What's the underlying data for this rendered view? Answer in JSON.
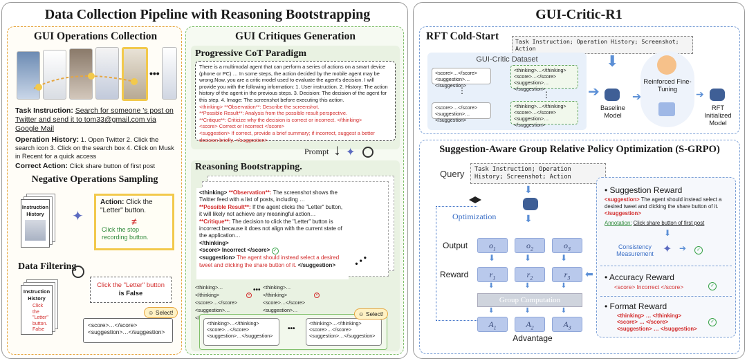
{
  "left_title": "Data Collection Pipeline with Reasoning Bootstrapping",
  "right_title": "GUI-Critic-R1",
  "gui_ops": {
    "title": "GUI Operations Collection",
    "task_label": "Task Instruction:",
    "task_text": "Search for someone 's post on Twitter and send it to tom33@gmail.com via Google Mail",
    "history_label": "Operation History:",
    "history_text": "1. Open Twitter 2. Click the search icon 3. Click on the search box 4. Click on Musk in Recent for a quick access",
    "correct_label": "Correct Action:",
    "correct_text": "Click share button of first post",
    "ellipsis": "•••"
  },
  "neg_sampling": {
    "title": "Negative Operations Sampling",
    "doc_label": "Instruction History",
    "action_label": "Action:",
    "action_text": "Click the \"Letter\" button.",
    "neq": "≠",
    "alt_text": "Click the stop recording button."
  },
  "filtering": {
    "title": "Data Filtering",
    "doc_label": "Instruction History",
    "doc_red": "Click the \"Letter\" button. False",
    "claim_red": "Click the \"Letter\" button",
    "claim_black": "is False",
    "select": "Select!",
    "out1": "<score>…</score>",
    "out2": "<suggestion>…</suggestion>"
  },
  "critiques": {
    "title": "GUI Critiques Generation",
    "cot_title": "Progressive CoT Paradigm",
    "prompt_intro": "There is a multimodal agent that can perform a series of actions on a smart device (phone or PC) … In some steps, the action decided by the mobile agent may be wrong.Now, you are a critic model used to evaluate the agent's decision. I will provide you with the following information: 1. User instruction. 2. History: The action history of the agent in the previous steps. 3. Decision: The decision of the agent for this step. 4. Image: The screenshot before executing this action.",
    "prompt_l1": "<thinking> **Observation**: Describe the screenshot.",
    "prompt_l2": "**Possible Result**: Analysis from the possible result perspective.",
    "prompt_l3": "**Critique**: Criticize why the decision is correct or incorrect. </thinking>",
    "prompt_l4": "<score> Correct or Incorrect </score>",
    "prompt_l5": "<suggestion> If correct, provide a brief summary; if incorrect, suggest a better decision briefly. </suggestion>",
    "prompt_label": "Prompt",
    "boot_title": "Reasoning Bootstrapping.",
    "b_think_open": "<thinking>",
    "b_obs_k": "**Observation**:",
    "b_obs_v": "The screenshot shows the Twitter feed with a list of posts, including …",
    "b_pos_k": "**Possible Result**:",
    "b_pos_v": "If the agent clicks the \"Letter\" button, it will likely not achieve any meaningful action…",
    "b_cri_k": "**Critique**:",
    "b_cri_v": "The decision to click the \"Letter\" button is incorrect because it does not align with the current state of the application…",
    "b_think_close": "</thinking>",
    "b_score": "<score> Incorrect </score>",
    "b_sugg_k": "<suggestion>",
    "b_sugg_v": "The agent should instead select a desired tweet and clicking the share button of it.",
    "b_sugg_close": "</suggestion>",
    "cand_think": "<thinking>…</thinking>",
    "cand_score": "<score>…</score>",
    "cand_sugg": "<suggestion>…</suggestion>",
    "dots": "•••",
    "select": "Select!"
  },
  "rft": {
    "title": "RFT Cold-Start",
    "input_text": "Task Instruction; Operation History; Screenshot; Action",
    "dataset_title": "GUI-Critic Dataset",
    "score": "<score>…</score>",
    "sugg": "<suggestion>…</suggestion>",
    "think": "<thinking>…</thinking>",
    "vdots": "⋮",
    "baseline": "Baseline Model",
    "reinforced": "Reinforced Fine-Tuning",
    "rft_init": "RFT Initialized Model"
  },
  "sgrpo": {
    "title": "Suggestion-Aware Group Relative Policy Optimization (S-GRPO)",
    "query_label": "Query",
    "query_text": "Task Instruction; Operation History; Screenshot; Action",
    "optimization": "Optimization",
    "output_label": "Output",
    "reward_label": "Reward",
    "o": [
      "o",
      "o",
      "o"
    ],
    "r": [
      "r",
      "r",
      "r"
    ],
    "a": [
      "A",
      "A",
      "A"
    ],
    "subs": [
      "1",
      "2",
      "3"
    ],
    "group": "Group Computation",
    "advantage": "Advantage",
    "sugg_reward_title": "Suggestion Reward",
    "sugg_reward_tag": "<suggestion>",
    "sugg_reward_text": "The agent should instead select a desired tweet and clicking the share button of it.",
    "sugg_reward_close": "</suggestion>",
    "annotation_label": "Annotation:",
    "annotation_text": "Click share button of first post",
    "consistency": "Consistency Measurement",
    "acc_title": "Accuracy Reward",
    "acc_text": "<score> Incorrect </score>",
    "fmt_title": "Format Reward",
    "fmt_l1": "<thinking> … </thinking>",
    "fmt_l2": "<score> … </score>",
    "fmt_l3": "<suggestion> … </suggestion>"
  }
}
